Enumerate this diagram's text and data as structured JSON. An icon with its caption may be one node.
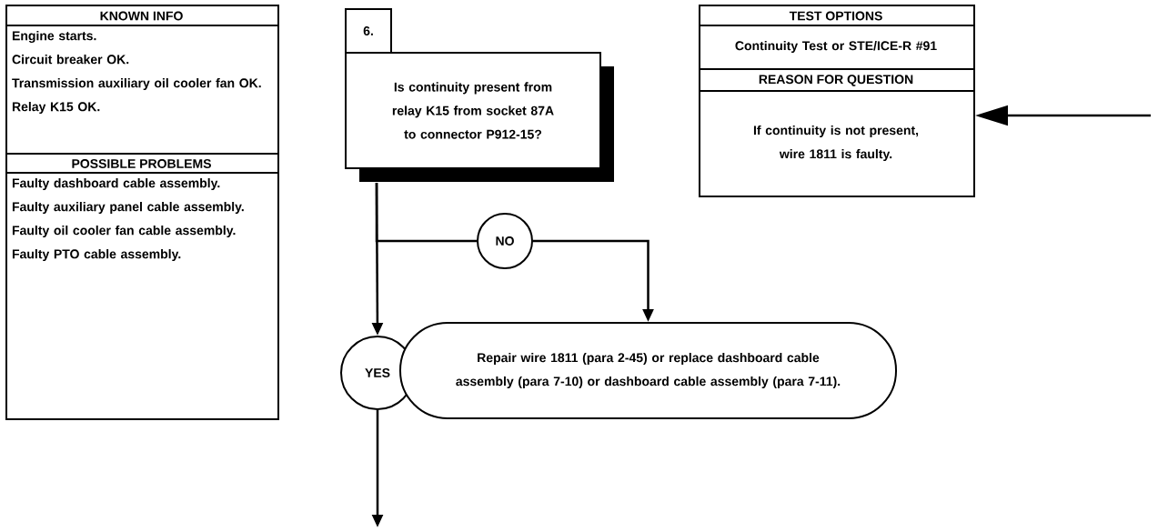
{
  "diagram": {
    "nodes": [
      {
        "text": [
          "KNOWN INFO",
          "Engine starts.",
          "Circuit breaker OK.",
          "Transmission auxiliary oil cooler fan OK.",
          "Relay K15 OK."
        ]
      },
      {
        "text": [
          "POSSIBLE PROBLEMS",
          "Faulty dashboard cable assembly.",
          "Faulty auxiliary panel cable assembly.",
          "Faulty oil cooler fan cable assembly.",
          "Faulty PTO cable assembly."
        ]
      },
      {
        "text": [
          "6."
        ]
      },
      {
        "text": [
          "Is continuity present from relay K15 from socket 87A to connector P912-15?"
        ]
      },
      {
        "text": [
          "TEST OPTIONS",
          "Continuity Test or STE/ICE-R #91"
        ]
      },
      {
        "text": [
          "REASON FOR QUESTION",
          "If continuity is not present, wire 1811 is faulty."
        ]
      },
      {
        "text": [
          "NO"
        ]
      },
      {
        "text": [
          "YES"
        ]
      },
      {
        "text": [
          "Repair wire 1811 (para 2-45) or replace dashboard cable assembly (para 7-10) or dashboard cable assembly (para 7-11)."
        ]
      }
    ],
    "edges": [
      {
        "from": 3,
        "to": 7,
        "arrow": "to"
      },
      {
        "from": 7,
        "to": null,
        "arrow": "to"
      },
      {
        "from": 3,
        "to": 6,
        "arrow": "none"
      },
      {
        "from": 6,
        "to": 8,
        "arrow": "to"
      },
      {
        "from": null,
        "to": 5,
        "arrow": "to"
      }
    ]
  }
}
